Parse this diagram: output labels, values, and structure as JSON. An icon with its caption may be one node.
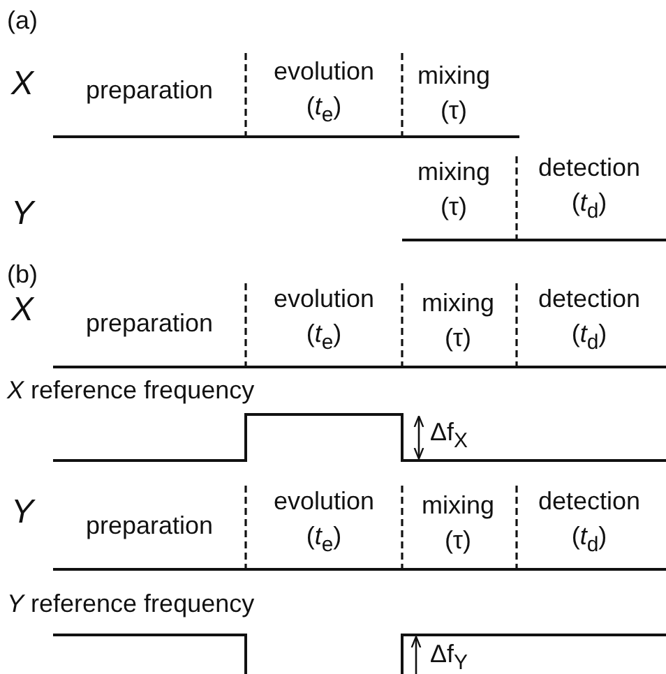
{
  "diagram": {
    "labels": [
      "(a)",
      "X",
      "preparation",
      "evolution (*t*$_{e}$)",
      "mixing (τ)",
      "Y",
      "mixing (τ)",
      "detection (*t*$_{d}$)",
      "(b)",
      "X",
      "preparation",
      "evolution (*t*$_{e}$)",
      "mixing (τ)",
      "detection (*t*$_{d}$)",
      "*X* reference frequency",
      "Δf$_{X}$",
      "Y",
      "preparation",
      "evolution (*t*$_{e}$)",
      "mixing (τ)",
      "detection (*t*$_{d}$)",
      "*Y* reference frequency",
      "Δf$_{Y}$"
    ]
  }
}
